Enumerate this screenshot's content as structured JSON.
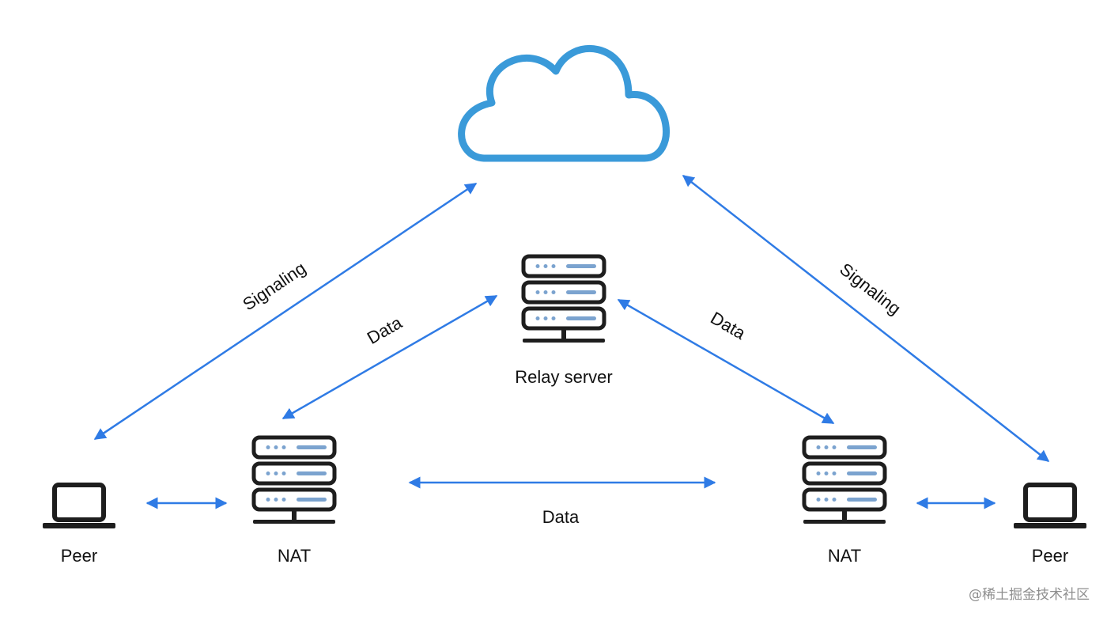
{
  "labels": {
    "relay_server": "Relay server",
    "peer_left": "Peer",
    "nat_left": "NAT",
    "nat_right": "NAT",
    "peer_right": "Peer",
    "signaling_left": "Signaling",
    "signaling_right": "Signaling",
    "data_left": "Data",
    "data_right": "Data",
    "data_bottom": "Data"
  },
  "icons": {
    "cloud": "cloud-icon",
    "relay_server": "server-rack-icon",
    "nat": "server-rack-icon",
    "peer": "laptop-icon"
  },
  "watermark": "@稀土掘金技术社区",
  "colors": {
    "cloud_stroke": "#3a9ad9",
    "arrow": "#2f7be5",
    "icon": "#1e1e1e",
    "server_bar": "#7ba3cf"
  }
}
